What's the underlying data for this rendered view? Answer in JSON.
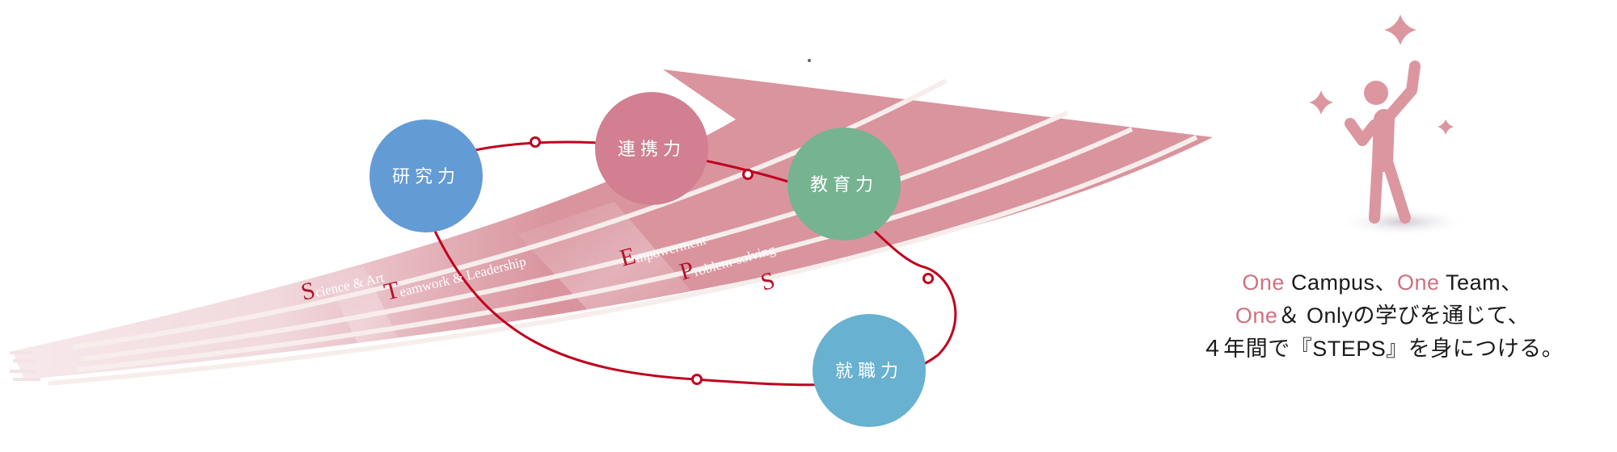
{
  "diagram": {
    "nodes": [
      {
        "id": "research",
        "label": "研究力",
        "color": "#639bd4"
      },
      {
        "id": "collaboration",
        "label": "連携力",
        "color": "#d17f91"
      },
      {
        "id": "education",
        "label": "教育力",
        "color": "#76b391"
      },
      {
        "id": "employment",
        "label": "就職力",
        "color": "#68b1d0"
      }
    ],
    "ring_color": "#c0001e",
    "arrow_color": "#d9959f",
    "keywords": [
      {
        "initial": "S",
        "rest": "cience & Art"
      },
      {
        "initial": "T",
        "rest": "eamwork & Leadership"
      },
      {
        "initial": "E",
        "rest": "mpowerment"
      },
      {
        "initial": "P",
        "rest": "roblem-solving"
      },
      {
        "initial": "S",
        "rest": "elf-actualization"
      }
    ]
  },
  "figure": {
    "icon": "person-reaching-sparkles-icon",
    "color": "#db96a0"
  },
  "tagline": {
    "line1": {
      "a1": "One",
      "b1": " Campus、",
      "a2": "One",
      "b2": " Team、"
    },
    "line2": {
      "a1": "One",
      "b1": "＆ Onlyの学びを通じて、"
    },
    "line3": "４年間で『STEPS』を身につける。"
  }
}
